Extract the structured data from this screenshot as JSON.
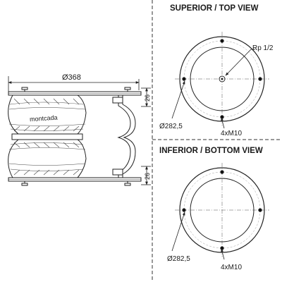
{
  "side_view": {
    "overall_diameter": "Ø368",
    "top_height": "26",
    "bottom_height": "26",
    "brand": "montcada"
  },
  "top_view": {
    "title": "SUPERIOR / TOP VIEW",
    "port_label": "Rp 1/2",
    "bolt_circle": "Ø282,5",
    "bolts": "4xM10"
  },
  "bottom_view": {
    "title": "INFERIOR / BOTTOM VIEW",
    "bolt_circle": "Ø282,5",
    "bolts": "4xM10"
  }
}
